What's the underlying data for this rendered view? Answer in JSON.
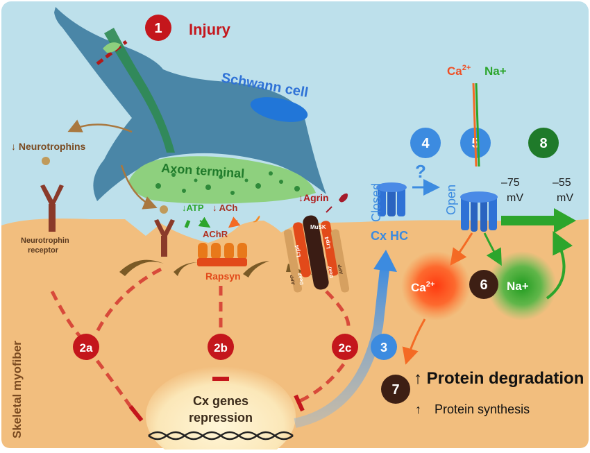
{
  "steps": {
    "s1": "1",
    "s2a": "2a",
    "s2b": "2b",
    "s2c": "2c",
    "s3": "3",
    "s4": "4",
    "s5": "5",
    "s6": "6",
    "s7": "7",
    "s8": "8"
  },
  "labels": {
    "injury": "Injury",
    "schwann_cell": "Schwann cell",
    "axon_terminal": "Axon terminal",
    "neurotrophins": "Neurotrophins",
    "neurotrophin_receptor_1": "Neurotrophin",
    "neurotrophin_receptor_2": "receptor",
    "atp": "ATP",
    "ach": "ACh",
    "achr": "AChR",
    "rapsyn": "Rapsyn",
    "agrin": "Agrin",
    "musk": "MuSK",
    "lrp4": "Lrp4",
    "dok7": "Dok7",
    "app": "APP",
    "closed": "Closed",
    "open": "Open",
    "cx_hc": "Cx HC",
    "question": "?",
    "ca_top": "Ca",
    "ca_sup": "2+",
    "na_top": "Na+",
    "ca_mid": "Ca",
    "ca_mid_sup": "2+",
    "na_mid": "Na+",
    "mv_neg75": "–75",
    "mv_neg55": "–55",
    "mv_unit1": "mV",
    "mv_unit2": "mV",
    "skeletal_myofiber": "Skeletal myofiber",
    "cx_genes_1": "Cx genes",
    "cx_genes_2": "repression",
    "protein_degradation": "Protein degradation",
    "protein_synthesis": "Protein synthesis"
  },
  "colors": {
    "background": "#ffffff",
    "extracellular": "#bde0eb",
    "myofiber": "#f2be7e",
    "schwann": "#4a86a7",
    "axon": "#8ed07e",
    "step_red": "#c4161c",
    "step_blue": "#3c8be0",
    "step_brown": "#3d1f14",
    "step_green": "#1f7a2a",
    "channel_blue": "#2f72d6",
    "calcium": "#f04e23",
    "sodium": "#2ca52c",
    "text_brown": "#7a4a20",
    "text_red": "#c4161c",
    "text_blue": "#2f72d6"
  },
  "icons": [
    "lock-icon"
  ]
}
